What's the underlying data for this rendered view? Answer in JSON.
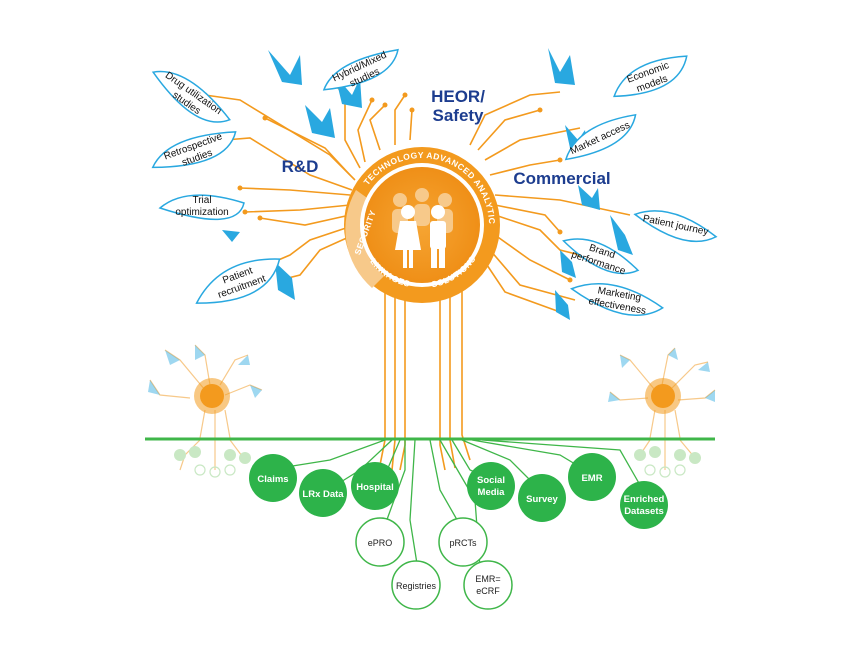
{
  "sections": {
    "rd": "R&D",
    "heor": [
      "HEOR/",
      "Safety"
    ],
    "commercial": "Commercial"
  },
  "ring": {
    "technology": "TECHNOLOGY",
    "advanced_analytics": "ADVANCED ANALYTICS",
    "solutions": "SOLUTIONS",
    "linkages": "LINKAGES",
    "security": "SECURITY"
  },
  "leaves": {
    "drug_utilization": [
      "Drug utilization",
      "studies"
    ],
    "hybrid_mixed": [
      "Hybrid/Mixed",
      "studies"
    ],
    "retrospective": [
      "Retrospective",
      "studies"
    ],
    "trial_optimization": [
      "Trial",
      "optimization"
    ],
    "patient_recruitment": [
      "Patient",
      "recruitment"
    ],
    "economic_models": [
      "Economic",
      "models"
    ],
    "market_access": [
      "Market access"
    ],
    "patient_journey": [
      "Patient journey"
    ],
    "brand_performance": [
      "Brand",
      "performance"
    ],
    "marketing_effectiveness": [
      "Marketing",
      "effectiveness"
    ]
  },
  "green_nodes": {
    "claims": [
      "Claims"
    ],
    "lrx": [
      "LRx Data"
    ],
    "hospital": [
      "Hospital"
    ],
    "social_media": [
      "Social",
      "Media"
    ],
    "survey": [
      "Survey"
    ],
    "emr": [
      "EMR"
    ],
    "enriched": [
      "Enriched",
      "Datasets"
    ]
  },
  "white_nodes": {
    "epro": [
      "ePRO"
    ],
    "prcts": [
      "pRCTs"
    ],
    "registries": [
      "Registries"
    ],
    "emr_ecrf": [
      "EMR=",
      "eCRF"
    ]
  },
  "colors": {
    "orange": "#f39a1e",
    "light_orange": "#f7c98a",
    "blue": "#29a8e0",
    "navy": "#1d3d8f",
    "green": "#2db34a",
    "green_line": "#3fb649",
    "pale_green": "#c9e8c4"
  }
}
